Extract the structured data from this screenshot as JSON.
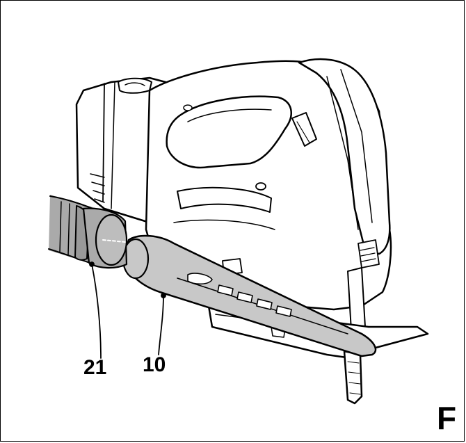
{
  "figure": {
    "letter": "F",
    "callouts": {
      "c21": "21",
      "c10": "10"
    }
  },
  "colors": {
    "line": "#000000",
    "hose_fill": "#aaaaaa",
    "adapter_fill": "#c8c8c8",
    "body_fill": "#ffffff"
  }
}
